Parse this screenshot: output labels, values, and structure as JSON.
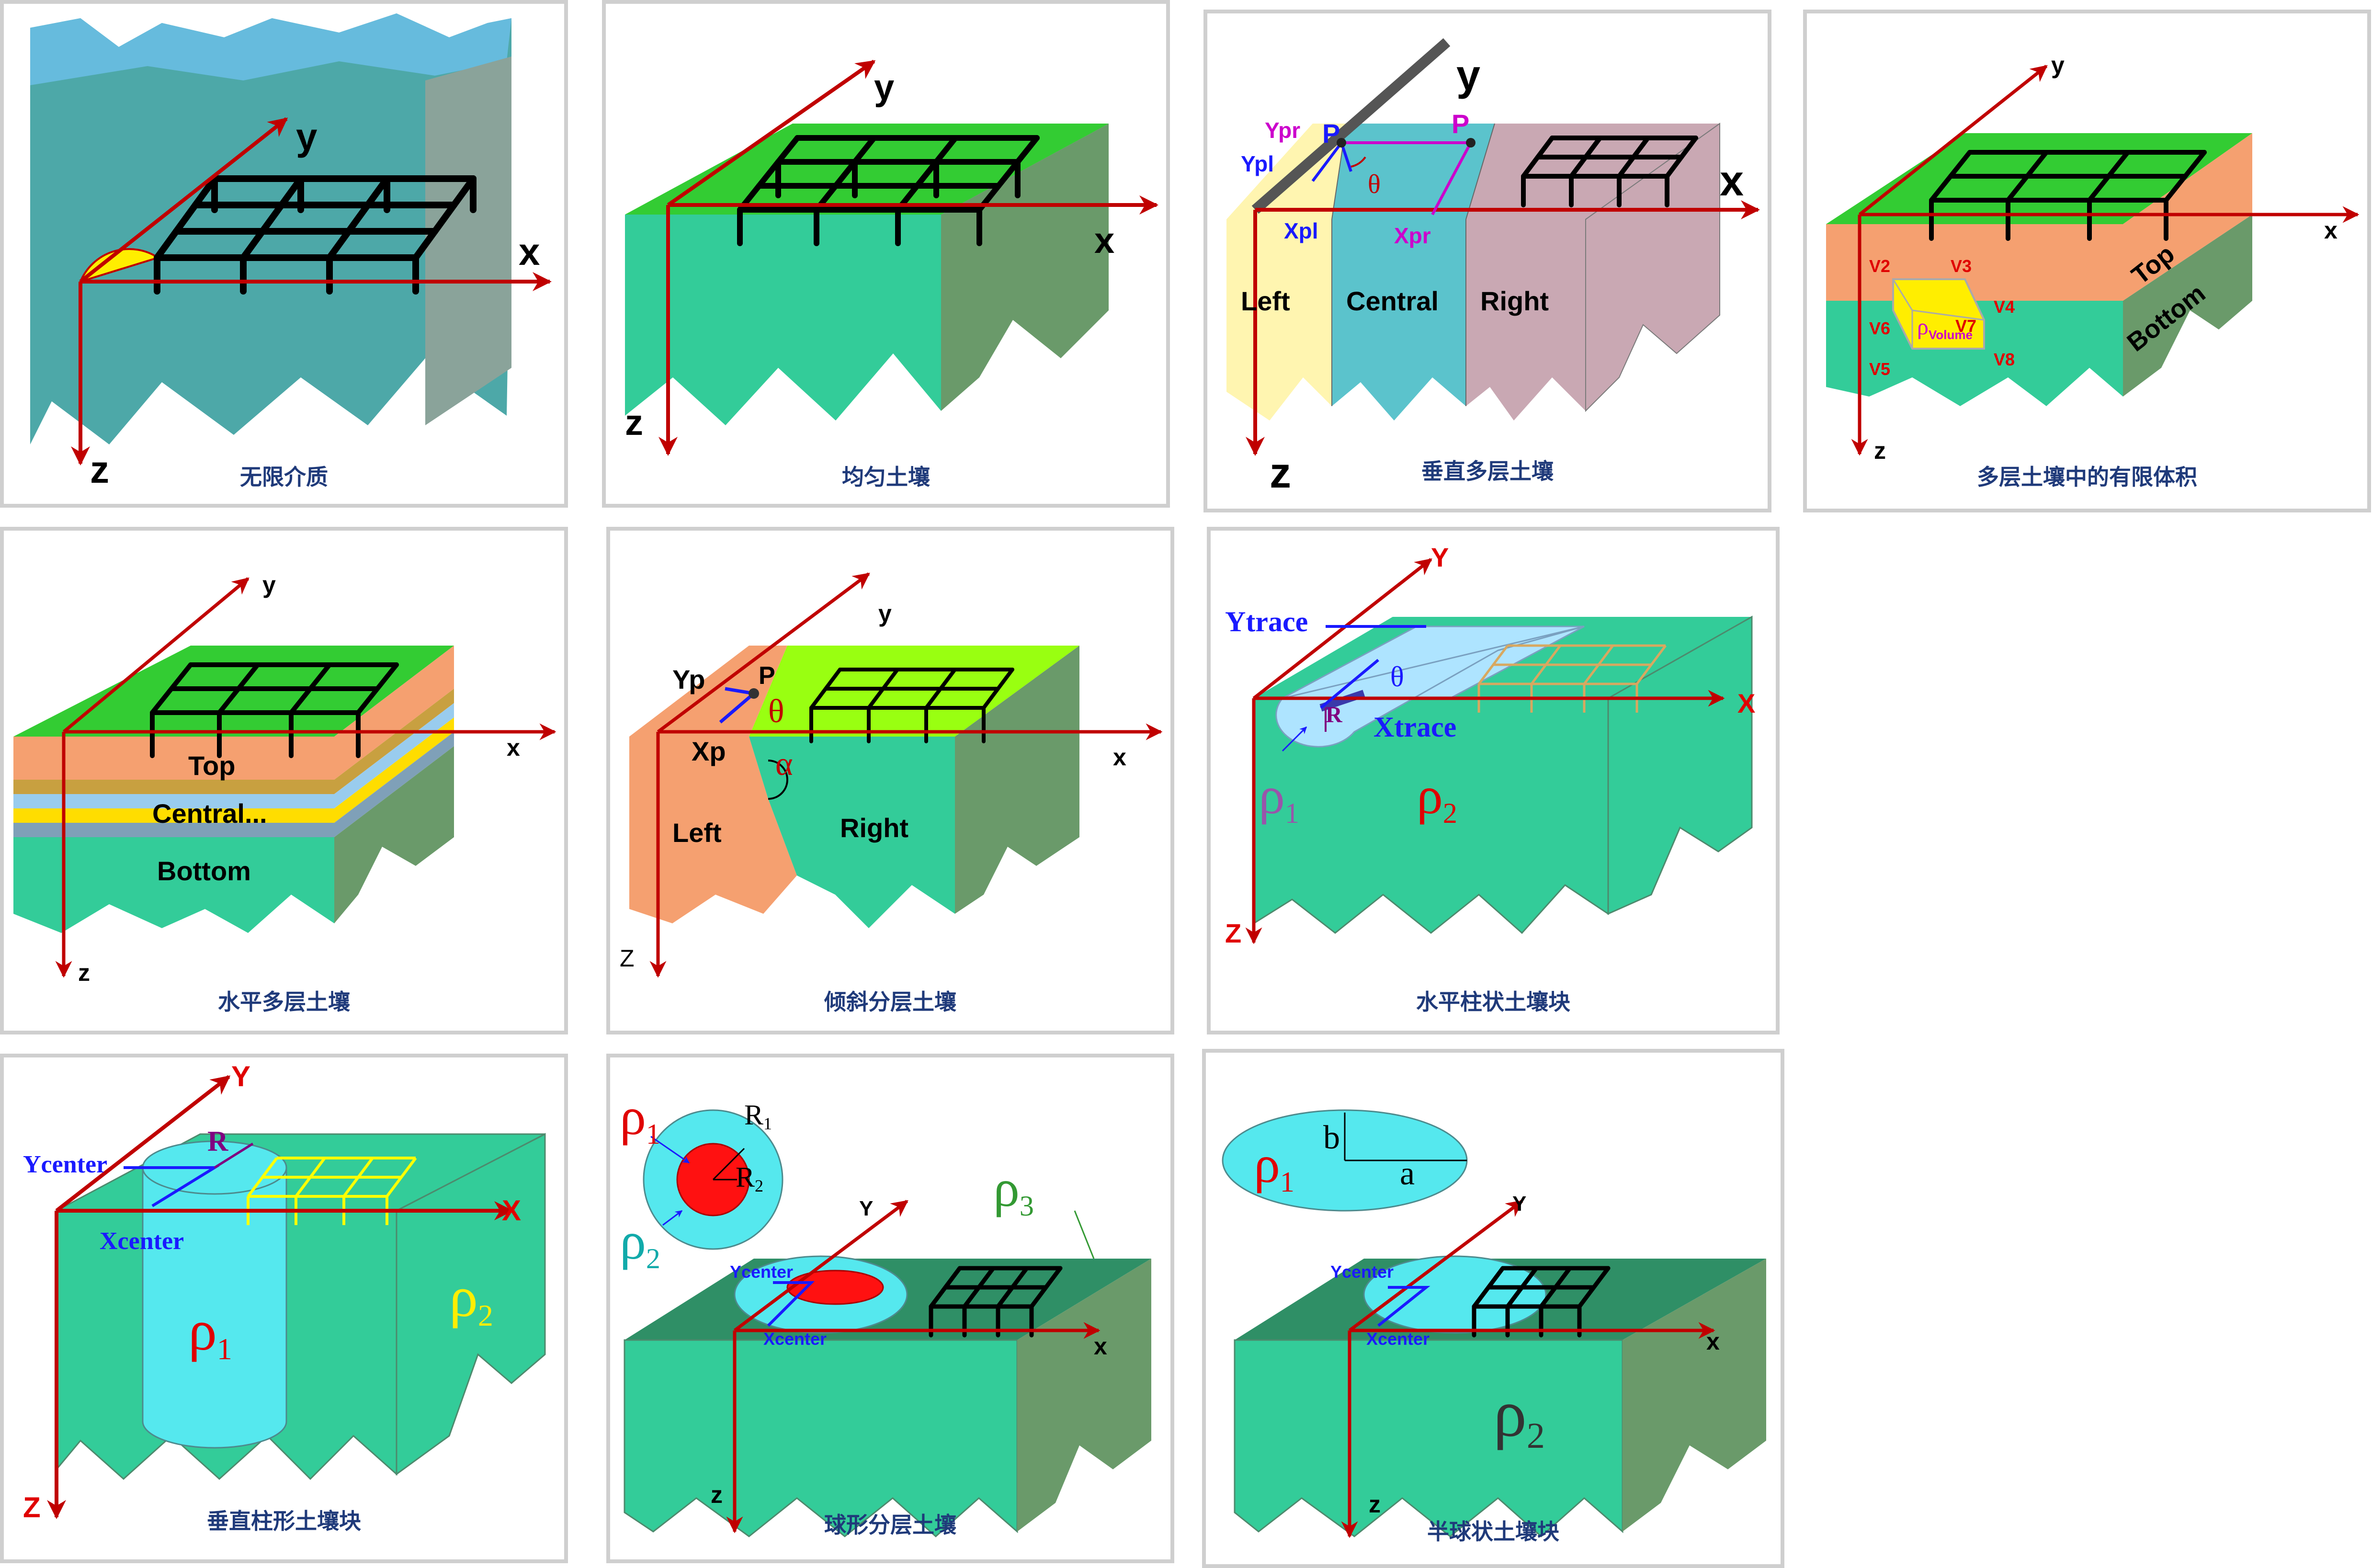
{
  "panels": [
    {
      "caption": "无限介质",
      "labels": {
        "x": "x",
        "y": "y",
        "z": "z"
      }
    },
    {
      "caption": "均匀土壤",
      "labels": {
        "x": "x",
        "y": "y",
        "z": "z"
      }
    },
    {
      "caption": "垂直多层土壤",
      "labels": {
        "x": "x",
        "y": "y",
        "z": "z",
        "p": "P",
        "ypr": "Ypr",
        "ypl": "Ypl",
        "xpl": "Xpl",
        "xpr": "Xpr",
        "theta": "θ",
        "left": "Left",
        "central": "Central",
        "right": "Right"
      }
    },
    {
      "caption": "多层土壤中的有限体积",
      "labels": {
        "x": "x",
        "y": "y",
        "z": "z",
        "top": "Top",
        "bottom": "Bottom",
        "v2": "V2",
        "v3": "V3",
        "v4": "V4",
        "v5": "V5",
        "v6": "V6",
        "v7": "V7",
        "v8": "V8",
        "rho": "ρ",
        "rho_sub": "Volume"
      }
    },
    {
      "caption": "水平多层土壤",
      "labels": {
        "x": "x",
        "y": "y",
        "z": "z",
        "top": "Top",
        "central": "Central...",
        "bottom": "Bottom"
      }
    },
    {
      "caption": "倾斜分层土壤",
      "labels": {
        "x": "x",
        "y": "y",
        "z": "Z",
        "yp": "Yp",
        "xp": "Xp",
        "p": "P",
        "theta": "θ",
        "alpha": "α",
        "left": "Left",
        "right": "Right"
      }
    },
    {
      "caption": "水平柱状土壤块",
      "labels": {
        "x": "X",
        "y": "Y",
        "z": "Z",
        "ytrace": "Ytrace",
        "xtrace": "Xtrace",
        "r": "R",
        "theta": "θ",
        "rho1": "ρ",
        "rho1_sub": "1",
        "rho2": "ρ",
        "rho2_sub": "2"
      }
    },
    {
      "caption": "垂直柱形土壤块",
      "labels": {
        "x": "X",
        "y": "Y",
        "z": "Z",
        "ycenter": "Ycenter",
        "xcenter": "Xcenter",
        "r": "R",
        "rho1": "ρ",
        "rho1_sub": "1",
        "rho2": "ρ",
        "rho2_sub": "2"
      }
    },
    {
      "caption": "球形分层土壤",
      "labels": {
        "x": "x",
        "y": "Y",
        "z": "z",
        "ycenter": "Ycenter",
        "xcenter": "Xcenter",
        "r1": "R",
        "r1_sub": "1",
        "r2": "R",
        "r2_sub": "2",
        "rho1": "ρ",
        "rho1_sub": "1",
        "rho2": "ρ",
        "rho2_sub": "2",
        "rho3": "ρ",
        "rho3_sub": "3"
      }
    },
    {
      "caption": "半球状土壤块",
      "labels": {
        "x": "x",
        "y": "Y",
        "z": "z",
        "ycenter": "Ycenter",
        "xcenter": "Xcenter",
        "a": "a",
        "b": "b",
        "rho1": "ρ",
        "rho1_sub": "1",
        "rho2": "ρ",
        "rho2_sub": "2"
      }
    }
  ],
  "colors": {
    "axis": "#c00000",
    "soil": "#33cc99",
    "soil_side": "#6a9a6a",
    "grass": "#33cc33",
    "frame_border": "#cfcfcf",
    "caption": "#1f3a7a",
    "grid": "#000000"
  }
}
